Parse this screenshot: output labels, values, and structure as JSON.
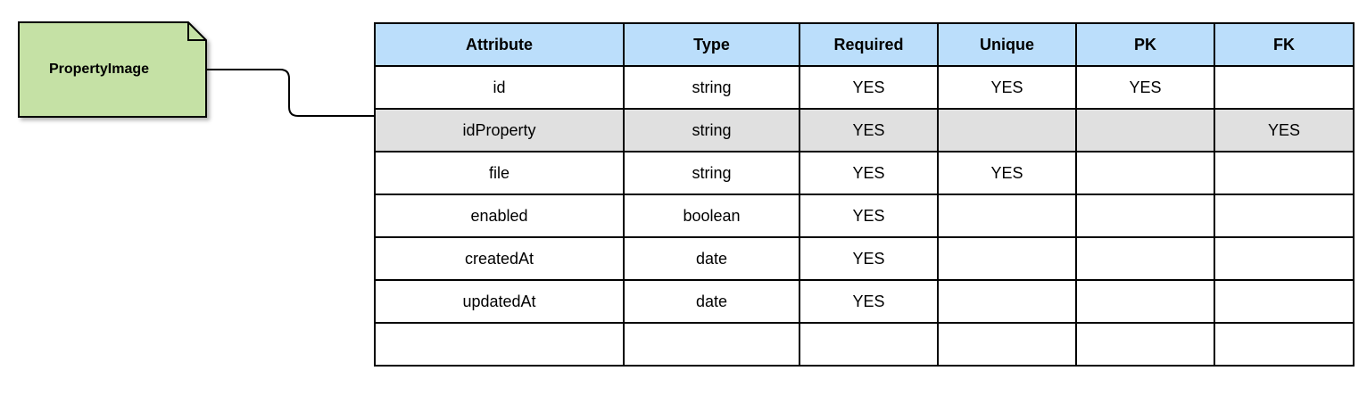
{
  "entity": {
    "name": "PropertyImage",
    "fill_color": "#c5e1a5",
    "border_color": "#000000"
  },
  "table": {
    "header_color": "#bbdefb",
    "highlight_row_color": "#e0e0e0",
    "highlight_row_index": 1,
    "columns": [
      "Attribute",
      "Type",
      "Required",
      "Unique",
      "PK",
      "FK"
    ],
    "rows": [
      [
        "id",
        "string",
        "YES",
        "YES",
        "YES",
        ""
      ],
      [
        "idProperty",
        "string",
        "YES",
        "",
        "",
        "YES"
      ],
      [
        "file",
        "string",
        "YES",
        "YES",
        "",
        ""
      ],
      [
        "enabled",
        "boolean",
        "YES",
        "",
        "",
        ""
      ],
      [
        "createdAt",
        "date",
        "YES",
        "",
        "",
        ""
      ],
      [
        "updatedAt",
        "date",
        "YES",
        "",
        "",
        ""
      ],
      [
        "",
        "",
        "",
        "",
        "",
        ""
      ]
    ]
  }
}
